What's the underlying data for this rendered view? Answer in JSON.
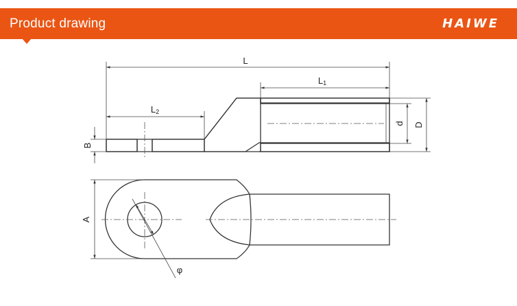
{
  "header": {
    "title": "Product drawing",
    "brand": "HAIWE",
    "accent_color": "#ea5514"
  },
  "drawing": {
    "labels": {
      "L": "L",
      "L1": "L",
      "L1_sub": "1",
      "L2": "L",
      "L2_sub": "2",
      "B": "B",
      "d": "d",
      "D": "D",
      "A": "A",
      "phi": "φ"
    }
  }
}
